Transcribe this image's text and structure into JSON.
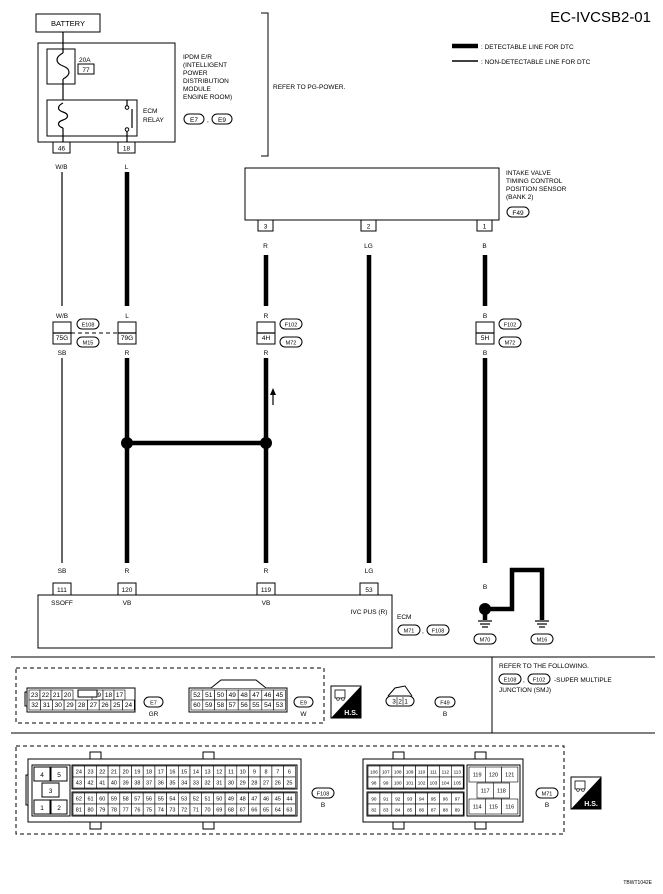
{
  "header": {
    "page_id": "EC-IVCSB2-01",
    "legend_detectable": ": DETECTABLE LINE FOR DTC",
    "legend_non_detectable": ": NON-DETECTABLE LINE FOR DTC"
  },
  "battery": {
    "label": "BATTERY"
  },
  "ipdm": {
    "name_lines": [
      "IPDM E/R",
      "(INTELLIGENT",
      "POWER",
      "DISTRIBUTION",
      "MODULE",
      "ENGINE ROOM)"
    ],
    "connector_a": "E7",
    "connector_b": "E9",
    "separator": ",",
    "fuse_rating": "20A",
    "fuse_number": "77",
    "relay_line1": "ECM",
    "relay_line2": "RELAY",
    "terminal_left": "46",
    "terminal_right": "18",
    "refer_note": "REFER TO PG-POWER."
  },
  "sensor": {
    "name_lines": [
      "INTAKE VALVE",
      "TIMING CONTROL",
      "POSITION SENSOR",
      "(BANK 2)"
    ],
    "connector": "F49",
    "pins": [
      "3",
      "2",
      "1"
    ],
    "wire_colors": [
      "R",
      "LG",
      "B"
    ]
  },
  "wires": {
    "left_top_color": "W/B",
    "right_top_color": "L",
    "left_mid_color": "W/B",
    "right_mid_color": "L",
    "r_mid_color": "R",
    "b_mid_color": "B"
  },
  "junction": {
    "smj_left_a": "75G",
    "smj_left_b": "79G",
    "conn_left_a": "E108",
    "conn_left_b": "M15",
    "color_below_a": "SB",
    "color_below_b": "R",
    "smj_mid": "4H",
    "conn_mid_a": "F102",
    "conn_mid_b": "M72",
    "color_below_mid": "R",
    "smj_right": "5H",
    "conn_right_a": "F102",
    "conn_right_b": "M72",
    "color_below_right": "B"
  },
  "ecm": {
    "name": "ECM",
    "connector_a": "M71",
    "connector_b": "F108",
    "separator": ",",
    "terminals": [
      {
        "num": "111",
        "color": "SB",
        "label": "SSOFF"
      },
      {
        "num": "120",
        "color": "R",
        "label": "VB"
      },
      {
        "num": "119",
        "color": "R",
        "label": "VB"
      },
      {
        "num": "53",
        "color": "LG",
        "label": "IVC PUS (R)"
      }
    ],
    "ground_wire_color": "B",
    "ground_a": "M70",
    "ground_b": "M16"
  },
  "bottom": {
    "refer_note_lines": [
      "REFER TO THE FOLLOWING.",
      "-SUPER MULTIPLE",
      "JUNCTION (SMJ)"
    ],
    "refer_conn_a": "E108",
    "refer_conn_b": "F102",
    "separator": ",",
    "e7": {
      "id": "E7",
      "color": "GR",
      "row1": [
        "23",
        "22",
        "21",
        "20",
        "19",
        "18",
        "17"
      ],
      "row2": [
        "32",
        "31",
        "30",
        "29",
        "28",
        "27",
        "26",
        "25",
        "24"
      ]
    },
    "e9": {
      "id": "E9",
      "color": "W",
      "row1": [
        "52",
        "51",
        "50",
        "49",
        "48",
        "47",
        "46",
        "45"
      ],
      "row2": [
        "60",
        "59",
        "58",
        "57",
        "56",
        "55",
        "54",
        "53"
      ]
    },
    "f49": {
      "id": "F49",
      "color": "B",
      "pins": [
        "3",
        "2",
        "1"
      ]
    },
    "hs_label": "H.S.",
    "f108": {
      "id": "F108",
      "color": "B",
      "left_block": [
        "4",
        "5",
        "3",
        "1",
        "2"
      ],
      "row1": [
        "24",
        "23",
        "22",
        "21",
        "20",
        "19",
        "18",
        "17",
        "16",
        "15",
        "14",
        "13",
        "12",
        "11",
        "10",
        "9",
        "8",
        "7",
        "6"
      ],
      "row2": [
        "43",
        "42",
        "41",
        "40",
        "39",
        "38",
        "37",
        "36",
        "35",
        "34",
        "33",
        "32",
        "31",
        "30",
        "29",
        "28",
        "27",
        "26",
        "25"
      ],
      "row3": [
        "62",
        "61",
        "60",
        "59",
        "58",
        "57",
        "56",
        "55",
        "54",
        "53",
        "52",
        "51",
        "50",
        "49",
        "48",
        "47",
        "46",
        "45",
        "44"
      ],
      "row4": [
        "81",
        "80",
        "79",
        "78",
        "77",
        "76",
        "75",
        "74",
        "73",
        "72",
        "71",
        "70",
        "69",
        "68",
        "67",
        "66",
        "65",
        "64",
        "63"
      ]
    },
    "m71": {
      "id": "M71",
      "color": "B",
      "row1": [
        "106",
        "107",
        "108",
        "109",
        "110",
        "111",
        "112",
        "113"
      ],
      "row2": [
        "98",
        "99",
        "100",
        "101",
        "102",
        "103",
        "104",
        "105"
      ],
      "row3": [
        "90",
        "91",
        "92",
        "93",
        "94",
        "95",
        "96",
        "97"
      ],
      "row4": [
        "82",
        "83",
        "84",
        "85",
        "86",
        "87",
        "88",
        "89"
      ],
      "right_top": [
        "119",
        "120",
        "121"
      ],
      "right_mid": [
        "117",
        "118"
      ],
      "right_bot": [
        "114",
        "115",
        "116"
      ]
    }
  },
  "footer_code": "TBWT1042E"
}
